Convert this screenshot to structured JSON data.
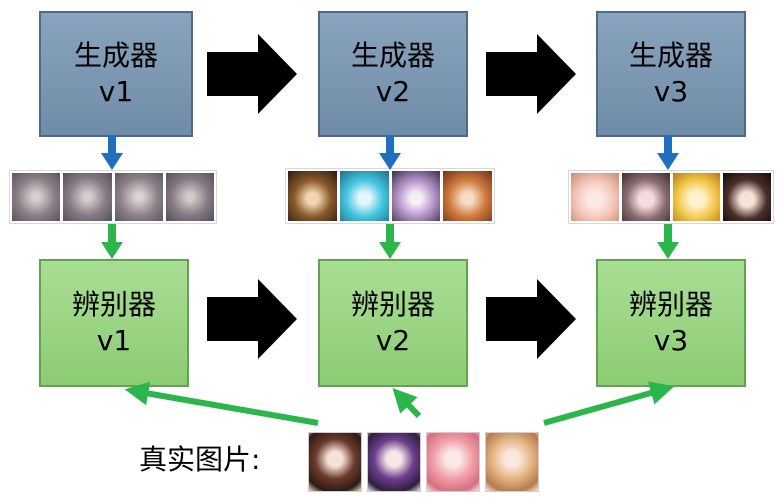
{
  "generators": [
    {
      "title": "生成器",
      "version": "v1"
    },
    {
      "title": "生成器",
      "version": "v2"
    },
    {
      "title": "生成器",
      "version": "v3"
    }
  ],
  "discriminators": [
    {
      "title": "辨别器",
      "version": "v1"
    },
    {
      "title": "辨别器",
      "version": "v2"
    },
    {
      "title": "辨别器",
      "version": "v3"
    }
  ],
  "real_images_label": "真实图片:",
  "colors": {
    "generator": "#7f9ab5",
    "discriminator": "#9bd683",
    "blue_arrow": "#1f6fbf",
    "green_arrow": "#2bb64c",
    "big_arrow": "#000000"
  }
}
